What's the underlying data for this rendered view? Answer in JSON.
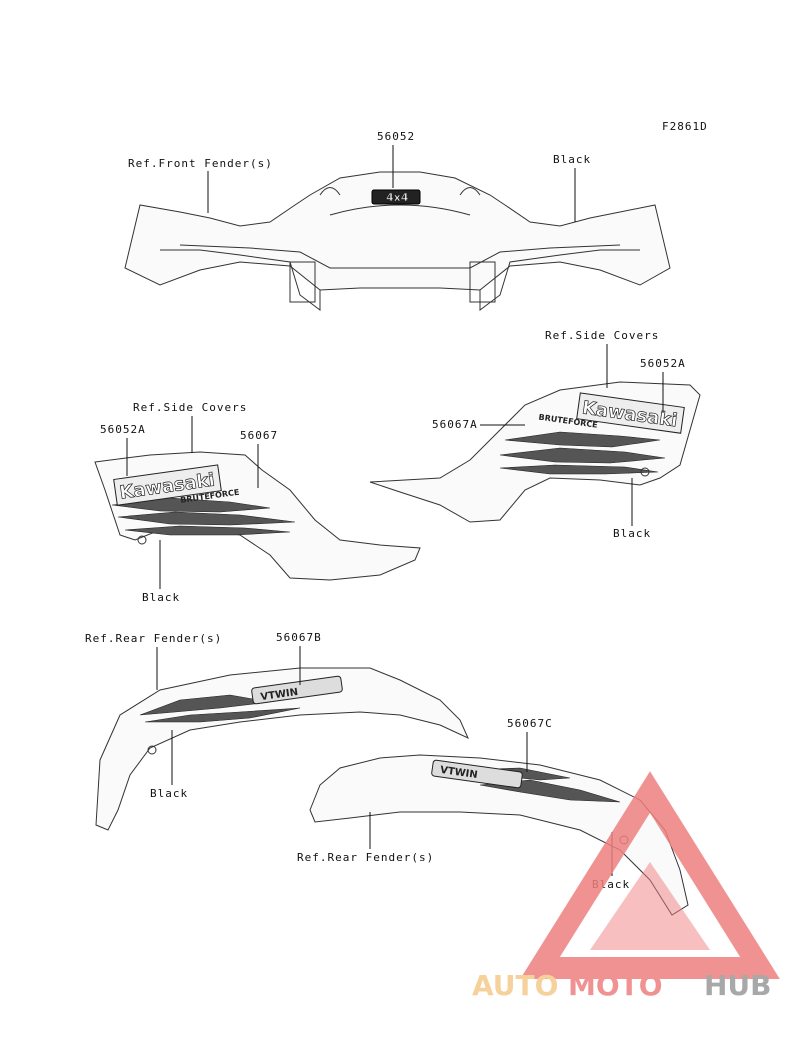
{
  "figure_code": "F2861D",
  "labels": {
    "p56052": "56052",
    "front_fender": "Ref.Front Fender(s)",
    "black_front": "Black",
    "side_covers_right": "Ref.Side Covers",
    "p56052A_right": "56052A",
    "p56067A": "56067A",
    "black_right": "Black",
    "side_covers_left": "Ref.Side Covers",
    "p56052A_left": "56052A",
    "p56067": "56067",
    "black_left": "Black",
    "rear_fender_upper": "Ref.Rear Fender(s)",
    "p56067B": "56067B",
    "black_rear_left": "Black",
    "p56067C": "56067C",
    "rear_fender_lower": "Ref.Rear Fender(s)",
    "black_rear_right": "Black"
  },
  "decals": {
    "kawasaki": "Kawasaki",
    "brute_force": "BRUTEFORCE",
    "vtwin": "VTWIN",
    "fourx4": "4x4"
  },
  "watermark": {
    "part1": "AUTO",
    "part2": "MOTO",
    "part3": "HUB",
    "color_light": "#f5c98a",
    "color_red": "#ee8080",
    "color_gray": "#9a9a9a"
  }
}
